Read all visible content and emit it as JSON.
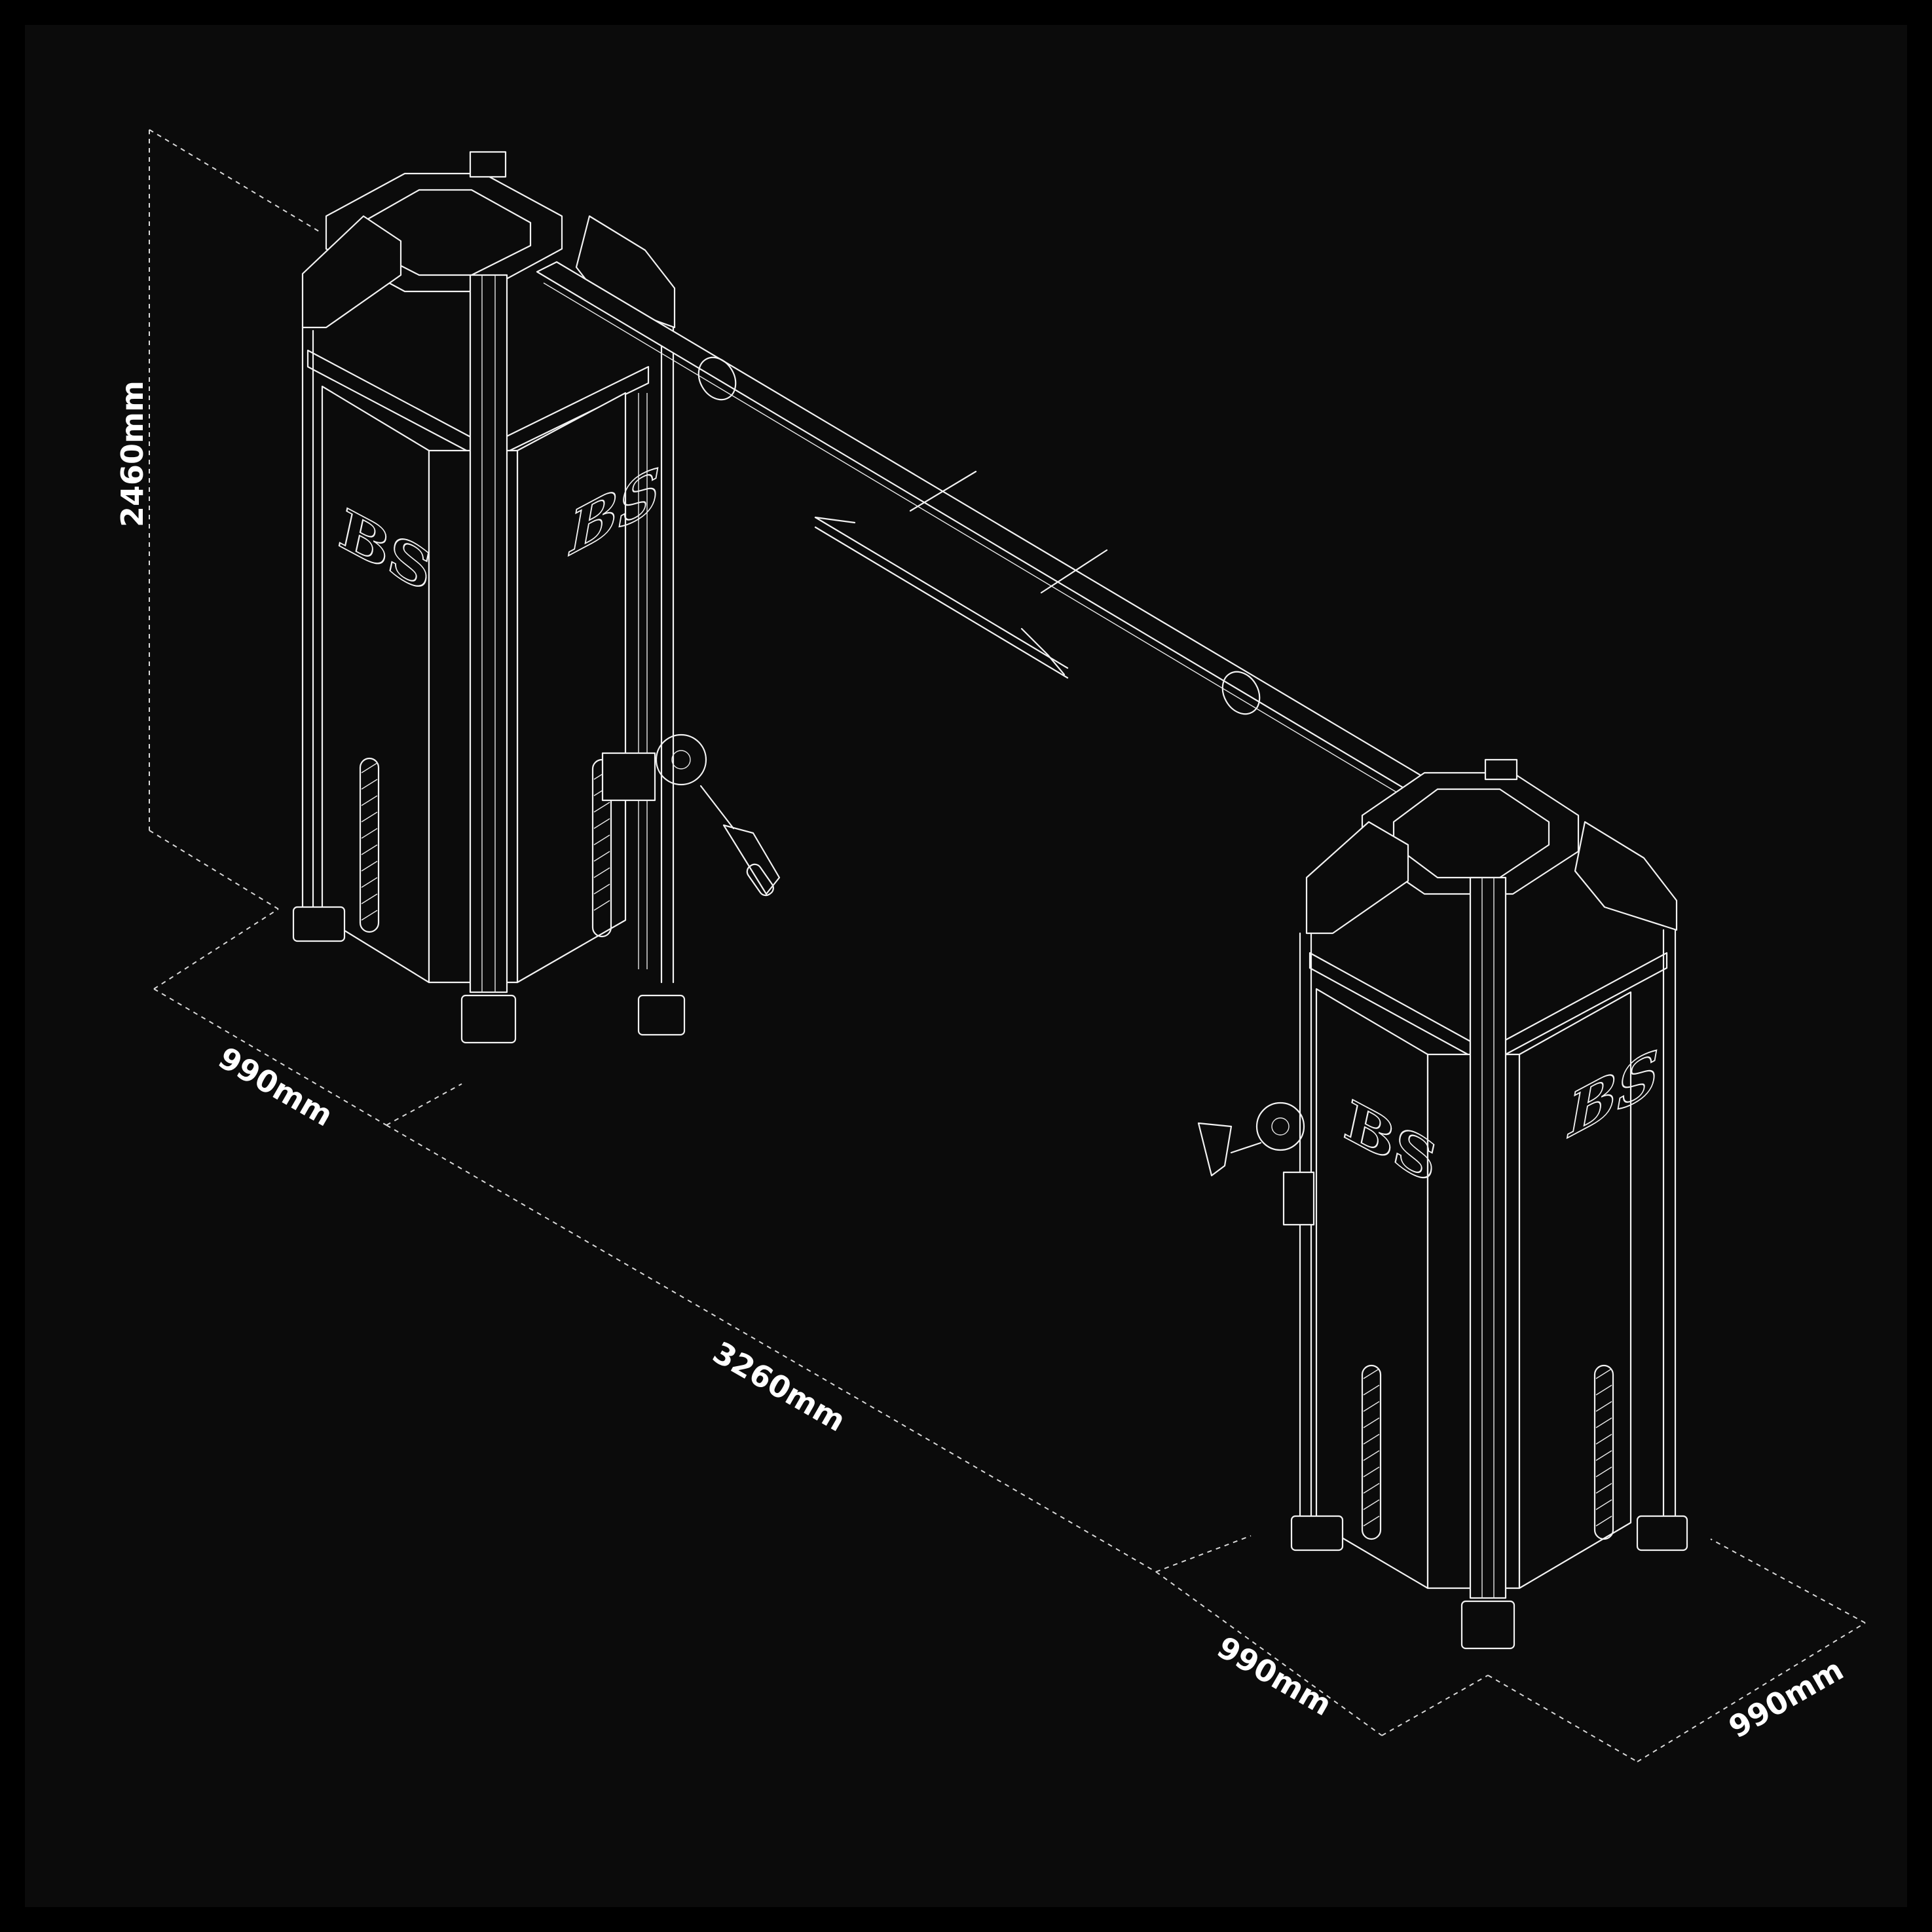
{
  "colors": {
    "outer_background": "#000000",
    "frame_background": "#0b0b0b",
    "line": "#f2f2f2",
    "label": "#ffffff"
  },
  "dimensions": {
    "height": "2460mm",
    "left_depth": "990mm",
    "length": "3260mm",
    "right_depth": "990mm",
    "right_width": "990mm"
  },
  "branding": {
    "logo_mark": "BS"
  }
}
